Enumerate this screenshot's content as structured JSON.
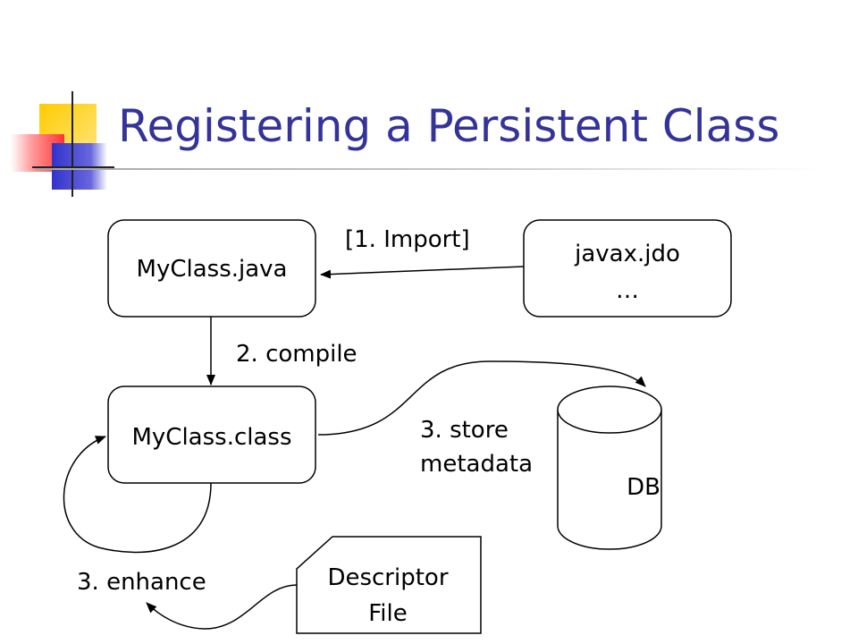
{
  "slide": {
    "title": "Registering a Persistent Class"
  },
  "diagram": {
    "nodes": {
      "myclass_java": "MyClass.java",
      "javax_jdo": [
        "javax.jdo",
        "…"
      ],
      "myclass_class": "MyClass.class",
      "db": "DB",
      "descriptor": [
        "Descriptor",
        "File"
      ]
    },
    "edges": {
      "import": "[1. Import]",
      "compile": "2. compile",
      "store_metadata": [
        "3. store",
        "metadata"
      ],
      "enhance": "3. enhance"
    }
  },
  "colors": {
    "title": "#333399",
    "accent_yellow": "#ffcc00",
    "accent_blue": "#3333cc",
    "accent_red": "#ff3333"
  }
}
